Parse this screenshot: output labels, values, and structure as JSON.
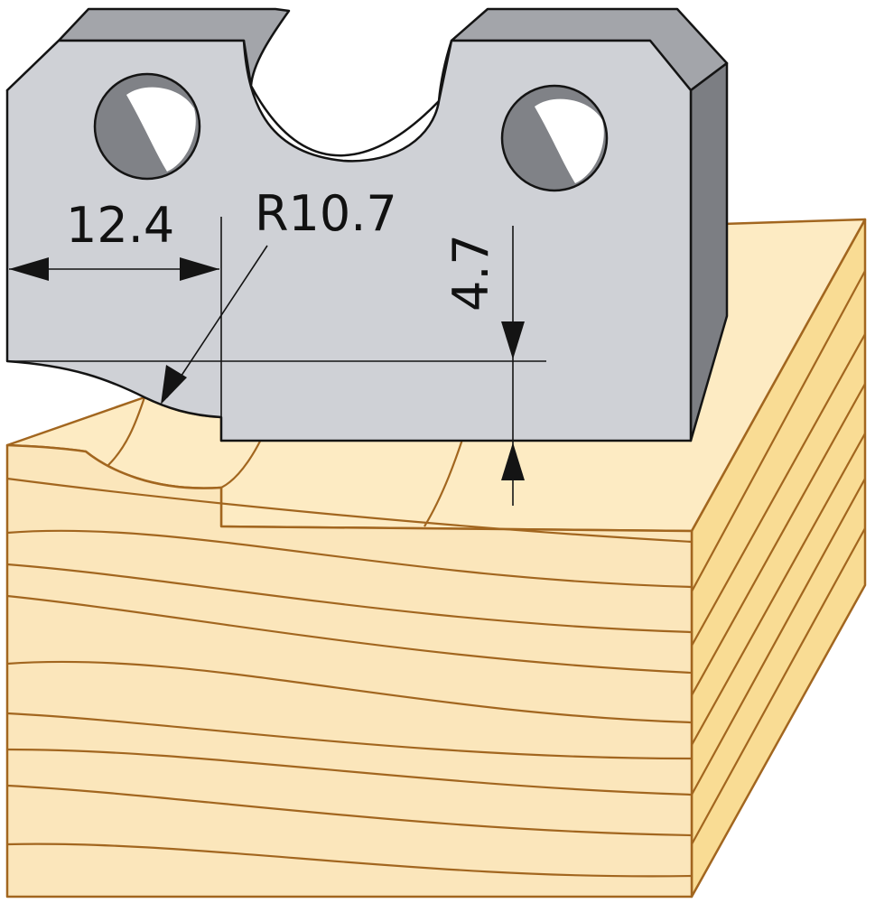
{
  "diagram": {
    "dimensions": {
      "width_label": "12.4",
      "radius_label": "R10.7",
      "depth_label": "4.7"
    },
    "colors": {
      "knife_face": "#cfd1d6",
      "knife_top": "#a3a5aa",
      "knife_side": "#7c7e83",
      "knife_hole": "#808287",
      "wood_face": "#fbe6bb",
      "wood_top": "#fdebc3",
      "wood_side": "#f9dc94",
      "wood_outline": "#a2661f",
      "line": "#141414"
    }
  }
}
